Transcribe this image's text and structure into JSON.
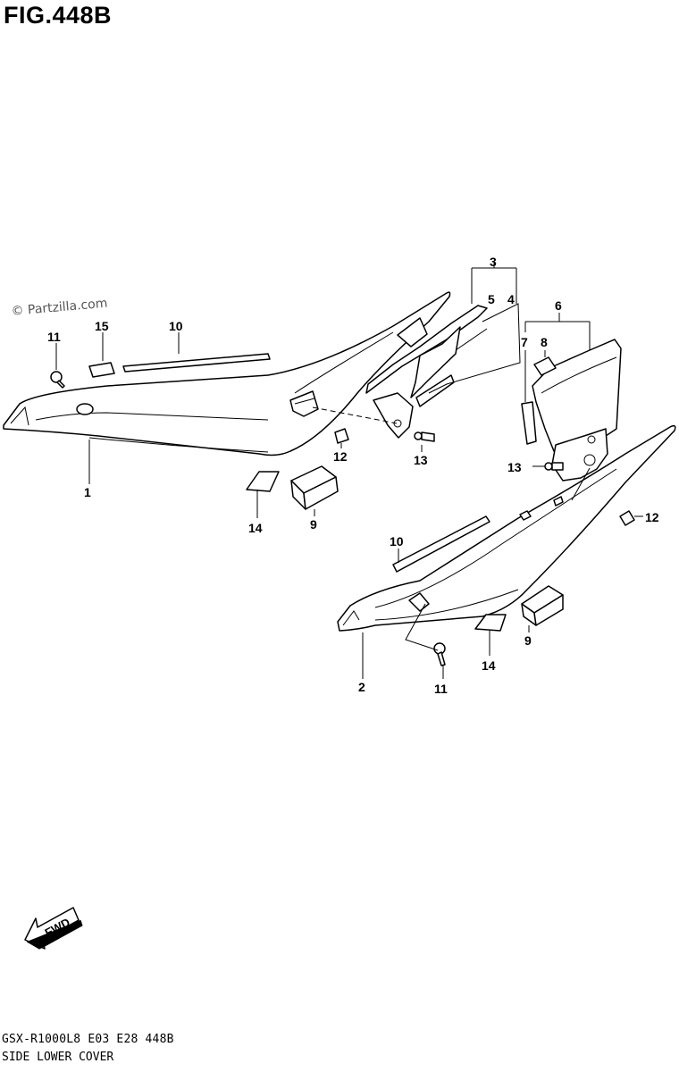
{
  "figure": {
    "title": "FIG.448B",
    "watermark": "© Partzilla.com",
    "model_code": "GSX-R1000L8  E03  E28  448B",
    "section_name": "SIDE LOWER COVER",
    "fwd_badge": "FWD"
  },
  "callouts": [
    {
      "id": "callout-1",
      "text": "1"
    },
    {
      "id": "callout-2",
      "text": "2"
    },
    {
      "id": "callout-3",
      "text": "3"
    },
    {
      "id": "callout-4",
      "text": "4"
    },
    {
      "id": "callout-5",
      "text": "5"
    },
    {
      "id": "callout-6",
      "text": "6"
    },
    {
      "id": "callout-7",
      "text": "7"
    },
    {
      "id": "callout-8",
      "text": "8"
    },
    {
      "id": "callout-9a",
      "text": "9"
    },
    {
      "id": "callout-9b",
      "text": "9"
    },
    {
      "id": "callout-10a",
      "text": "10"
    },
    {
      "id": "callout-10b",
      "text": "10"
    },
    {
      "id": "callout-11a",
      "text": "11"
    },
    {
      "id": "callout-11b",
      "text": "11"
    },
    {
      "id": "callout-12a",
      "text": "12"
    },
    {
      "id": "callout-12b",
      "text": "12"
    },
    {
      "id": "callout-13a",
      "text": "13"
    },
    {
      "id": "callout-13b",
      "text": "13"
    },
    {
      "id": "callout-14a",
      "text": "14"
    },
    {
      "id": "callout-14b",
      "text": "14"
    },
    {
      "id": "callout-15",
      "text": "15"
    }
  ]
}
